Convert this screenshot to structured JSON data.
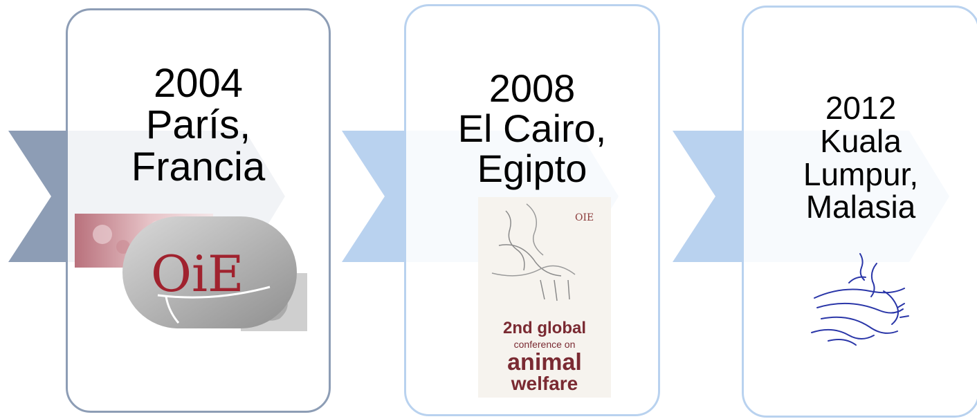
{
  "steps": [
    {
      "year": "2004",
      "city": "París,",
      "country": "Francia",
      "logo": "oie-logo"
    },
    {
      "year": "2008",
      "city": "El Cairo,",
      "country": "Egipto",
      "logo": "conference-poster-logo"
    },
    {
      "year": "2012",
      "city": "Kuala",
      "city2": "Lumpur,",
      "country": "Malasia",
      "logo": "animal-sketch-logo"
    }
  ],
  "logos": {
    "oie_text": "OiE",
    "poster_corner": "OIE",
    "poster_line1": "2nd global",
    "poster_line2": "conference on",
    "poster_line3": "animal",
    "poster_line4": "welfare"
  },
  "colors": {
    "chevron_1": "#8d9db5",
    "chevron_2": "#b9d2ef",
    "chevron_3": "#b9d2ef",
    "card_border_1": "#8d9db5",
    "card_border_2": "#b9d2ef",
    "card_border_3": "#b9d2ef",
    "oie_red": "#a0222e",
    "poster_text": "#7a2a32",
    "sketch_blue": "#2a36a8"
  }
}
